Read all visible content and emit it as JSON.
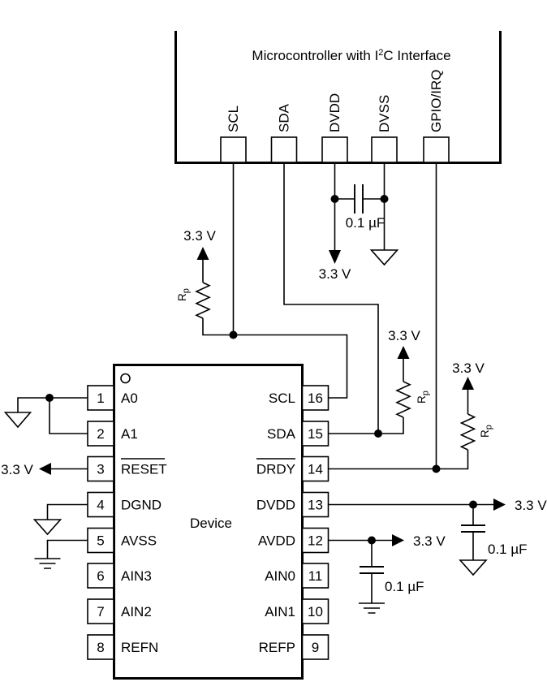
{
  "colors": {
    "line": "#000000",
    "background": "#ffffff"
  },
  "microcontroller": {
    "title": {
      "pre": "Microcontroller with I",
      "sup": "2",
      "post": "C Interface"
    },
    "pins": [
      "SCL",
      "SDA",
      "DVDD",
      "DVSS",
      "GPIO/IRQ"
    ]
  },
  "device": {
    "name": "Device",
    "left_pins": [
      {
        "number": "1",
        "label": "A0"
      },
      {
        "number": "2",
        "label": "A1"
      },
      {
        "number": "3",
        "label": "RESET",
        "overline": true
      },
      {
        "number": "4",
        "label": "DGND"
      },
      {
        "number": "5",
        "label": "AVSS"
      },
      {
        "number": "6",
        "label": "AIN3"
      },
      {
        "number": "7",
        "label": "AIN2"
      },
      {
        "number": "8",
        "label": "REFN"
      }
    ],
    "right_pins": [
      {
        "number": "16",
        "label": "SCL"
      },
      {
        "number": "15",
        "label": "SDA"
      },
      {
        "number": "14",
        "label": "DRDY",
        "overline": true
      },
      {
        "number": "13",
        "label": "DVDD"
      },
      {
        "number": "12",
        "label": "AVDD"
      },
      {
        "number": "11",
        "label": "AIN0"
      },
      {
        "number": "10",
        "label": "AIN1"
      },
      {
        "number": "9",
        "label": "REFP"
      }
    ]
  },
  "values": {
    "supply_voltage": "3.3 V",
    "capacitor": "0.1 µF",
    "pullup_main": "R",
    "pullup_sub": "p"
  }
}
